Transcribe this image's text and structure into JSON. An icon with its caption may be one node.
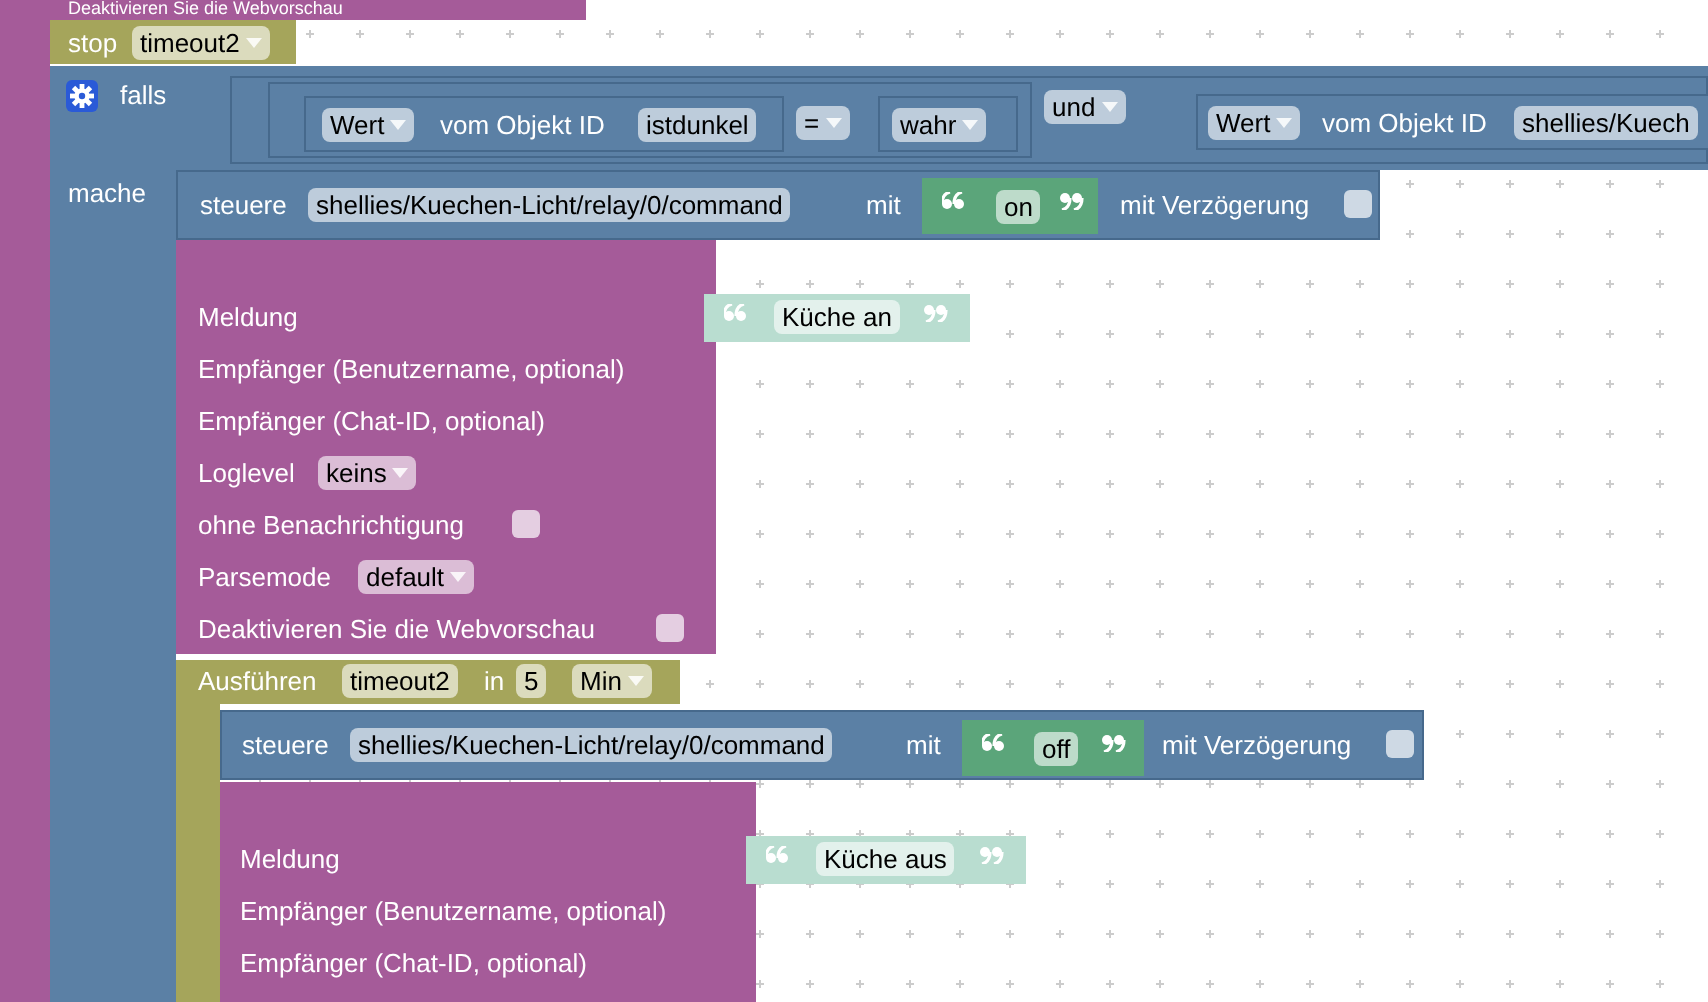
{
  "diagram": {
    "nodes": [
      {
        "text": [
          "stop",
          "timeout2"
        ]
      },
      {
        "text": [
          "falls",
          "mache"
        ]
      },
      {
        "text": [
          "und"
        ],
        "in": 1
      },
      {
        "text": [
          "="
        ],
        "in": 2
      },
      {
        "text": [
          "Wert",
          "vom Objekt ID",
          "istdunkel"
        ],
        "in": 3
      },
      {
        "text": [
          "wahr"
        ],
        "in": 3
      },
      {
        "text": [
          "Wert",
          "vom Objekt ID",
          "shellies/Kuech"
        ],
        "in": 2
      },
      {
        "text": [
          "steuere",
          "shellies/Kuechen-Licht/relay/0/command",
          "mit",
          "mit Verzögerung"
        ],
        "in": 1
      },
      {
        "text": [
          "on"
        ],
        "in": 7
      },
      {
        "text": [
          "Meldung",
          "Empfänger (Benutzername, optional)",
          "Empfänger (Chat-ID, optional)",
          "Loglevel",
          "keins",
          "ohne Benachrichtigung",
          "Parsemode",
          "default",
          "Deaktivieren Sie die Webvorschau"
        ],
        "in": 1
      },
      {
        "text": [
          "Küche an"
        ]
      },
      {
        "text": [
          "Ausführen",
          "timeout2",
          "in",
          "5",
          "Min"
        ],
        "in": 1
      },
      {
        "text": [
          "steuere",
          "shellies/Kuechen-Licht/relay/0/command",
          "mit",
          "mit Verzögerung"
        ],
        "in": 1
      },
      {
        "text": [
          "off"
        ],
        "in": 12
      },
      {
        "text": [
          "Meldung",
          "Empfänger (Benutzername, optional)",
          "Empfänger (Chat-ID, optional)"
        ],
        "in": 1
      },
      {
        "text": [
          "Küche aus"
        ]
      }
    ],
    "labels": [
      "Deaktivieren Sie die Webvorschau"
    ]
  }
}
